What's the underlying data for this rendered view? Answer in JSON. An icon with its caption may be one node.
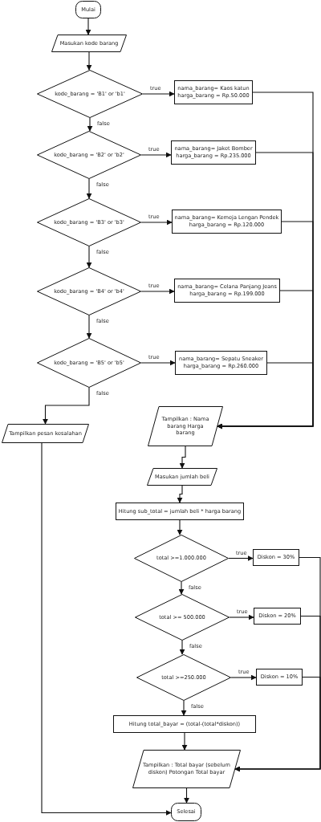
{
  "diagram": {
    "nodes": [
      {
        "text": [
          "Mulai"
        ]
      },
      {
        "text": [
          "Masukan kode barang"
        ]
      },
      {
        "text": [
          "kode_barang = 'B1' or 'b1'"
        ]
      },
      {
        "text": [
          "nama_barang= Kaos katun harga_barang = Rp.50.000"
        ]
      },
      {
        "text": [
          "kode_barang = 'B2' or 'b2'"
        ]
      },
      {
        "text": [
          "nama_barang= Jaket Bomber harga_barang = Rp.235.000"
        ]
      },
      {
        "text": [
          "kode_barang = 'B3' or 'b3'"
        ]
      },
      {
        "text": [
          "nama_barang= Kemeja Lengan Pendek harga_barang = Rp.120.000"
        ]
      },
      {
        "text": [
          "kode_barang = 'B4' or 'b4'"
        ]
      },
      {
        "text": [
          "nama_barang= Celana Panjang Jeans harga_barang = Rp.199.000"
        ]
      },
      {
        "text": [
          "kode_barang = 'B5' or 'b5'"
        ]
      },
      {
        "text": [
          "nama_barang= Sepatu Sneaker harga_barang = Rp.260.000"
        ]
      },
      {
        "text": [
          "Tampilkan pesan kesalahan"
        ]
      },
      {
        "text": [
          "Tampilkan : Nama barang Harga barang"
        ]
      },
      {
        "text": [
          "Masukan jumlah beli"
        ]
      },
      {
        "text": [
          "Hitung sub_total = jumlah beli * harga barang"
        ]
      },
      {
        "text": [
          "total >=1.000.000"
        ]
      },
      {
        "text": [
          "Diskon = 30%"
        ]
      },
      {
        "text": [
          "total >= 500.000"
        ]
      },
      {
        "text": [
          "Diskon = 20%"
        ]
      },
      {
        "text": [
          "total >=250.000"
        ]
      },
      {
        "text": [
          "Diskon = 10%"
        ]
      },
      {
        "text": [
          "Hitung total_bayar = (total-(total*diskon))"
        ]
      },
      {
        "text": [
          "Tampilkan : Total bayar (sebelum diskon) Potongan Total bayar"
        ]
      },
      {
        "text": [
          "Selesai"
        ]
      }
    ],
    "edges": [
      {
        "from": 0,
        "to": 1,
        "arrow": "to"
      },
      {
        "from": 1,
        "to": 2,
        "arrow": "to"
      },
      {
        "from": 2,
        "to": 3,
        "label": "true",
        "arrow": "to"
      },
      {
        "from": 2,
        "to": 4,
        "label": "false",
        "arrow": "to"
      },
      {
        "from": 4,
        "to": 5,
        "label": "true",
        "arrow": "to"
      },
      {
        "from": 4,
        "to": 6,
        "label": "false",
        "arrow": "to"
      },
      {
        "from": 6,
        "to": 7,
        "label": "true",
        "arrow": "to"
      },
      {
        "from": 6,
        "to": 8,
        "label": "false",
        "arrow": "to"
      },
      {
        "from": 8,
        "to": 9,
        "label": "true",
        "arrow": "to"
      },
      {
        "from": 8,
        "to": 10,
        "label": "false",
        "arrow": "to"
      },
      {
        "from": 10,
        "to": 11,
        "label": "true",
        "arrow": "to"
      },
      {
        "from": 10,
        "to": 12,
        "label": "false",
        "arrow": "to"
      },
      {
        "from": 3,
        "to": 13,
        "arrow": "to"
      },
      {
        "from": 5,
        "to": 13,
        "arrow": "to"
      },
      {
        "from": 7,
        "to": 13,
        "arrow": "to"
      },
      {
        "from": 9,
        "to": 13,
        "arrow": "to"
      },
      {
        "from": 11,
        "to": 13,
        "arrow": "to"
      },
      {
        "from": 13,
        "to": 14,
        "arrow": "to"
      },
      {
        "from": 14,
        "to": 15,
        "arrow": "to"
      },
      {
        "from": 15,
        "to": 16,
        "arrow": "to"
      },
      {
        "from": 16,
        "to": 17,
        "label": "true",
        "arrow": "to"
      },
      {
        "from": 16,
        "to": 18,
        "label": "false",
        "arrow": "to"
      },
      {
        "from": 18,
        "to": 19,
        "label": "true",
        "arrow": "to"
      },
      {
        "from": 18,
        "to": 20,
        "label": "false",
        "arrow": "to"
      },
      {
        "from": 20,
        "to": 21,
        "label": "true",
        "arrow": "to"
      },
      {
        "from": 20,
        "to": 22,
        "label": "false",
        "arrow": "to"
      },
      {
        "from": 17,
        "to": 23,
        "arrow": "to"
      },
      {
        "from": 19,
        "to": 23,
        "arrow": "to"
      },
      {
        "from": 21,
        "to": 23,
        "arrow": "to"
      },
      {
        "from": 22,
        "to": 23,
        "arrow": "to"
      },
      {
        "from": 23,
        "to": 24,
        "arrow": "to"
      },
      {
        "from": 12,
        "to": 24,
        "arrow": "to"
      }
    ]
  }
}
